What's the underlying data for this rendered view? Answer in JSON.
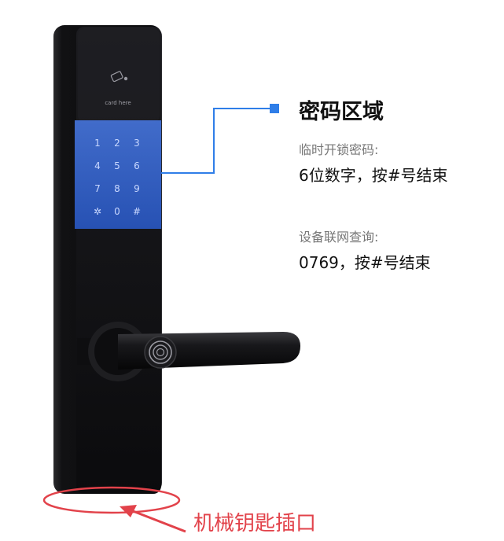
{
  "card_label": "card here",
  "keypad": {
    "keys": [
      "1",
      "2",
      "3",
      "4",
      "5",
      "6",
      "7",
      "8",
      "9",
      "✲",
      "0",
      "#"
    ]
  },
  "password_section": {
    "title": "密码区域",
    "temp_label": "临时开锁密码:",
    "temp_value": "6位数字，按#号结束",
    "network_label": "设备联网查询:",
    "network_value": "0769，按#号结束"
  },
  "keyhole_label": "机械钥匙插口",
  "colors": {
    "accent_blue": "#2f7ee8",
    "highlight_red": "#e2424a",
    "lock_body": "#141416"
  },
  "icons": {
    "card": "nfc-card-icon",
    "fingerprint": "fingerprint-icon"
  }
}
